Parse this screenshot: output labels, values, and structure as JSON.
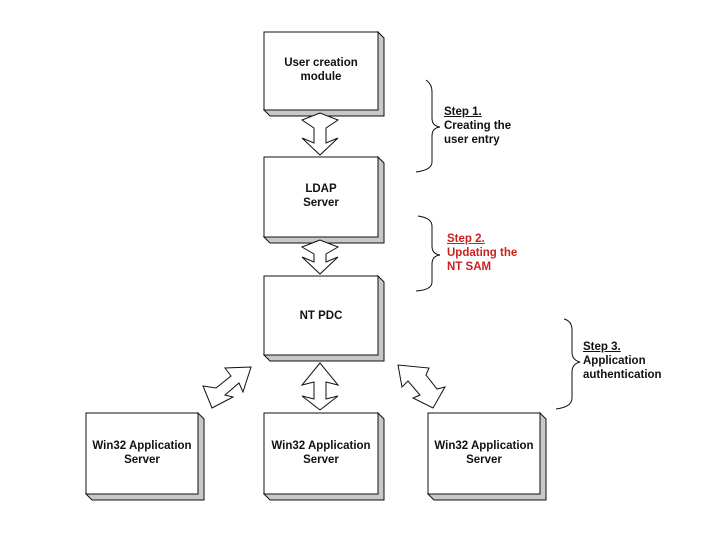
{
  "boxes": {
    "user_creation": [
      "User creation",
      "module"
    ],
    "ldap": [
      "LDAP",
      "Server"
    ],
    "nt_pdc": [
      "NT PDC"
    ],
    "win32_left": [
      "Win32 Application",
      "Server"
    ],
    "win32_center": [
      "Win32 Application",
      "Server"
    ],
    "win32_right": [
      "Win32 Application",
      "Server"
    ]
  },
  "steps": {
    "step1": {
      "heading": "Step 1.",
      "lines": [
        "Creating the",
        "user entry"
      ]
    },
    "step2": {
      "heading": "Step 2.",
      "lines": [
        "Updating the",
        "NT SAM"
      ]
    },
    "step3": {
      "heading": "Step 3.",
      "lines": [
        "Application",
        "authentication"
      ]
    }
  },
  "colors": {
    "box_fill": "#ffffff",
    "box_shadow": "#c8c8c8",
    "line": "#111111",
    "step2_text": "#cc1f1f"
  }
}
